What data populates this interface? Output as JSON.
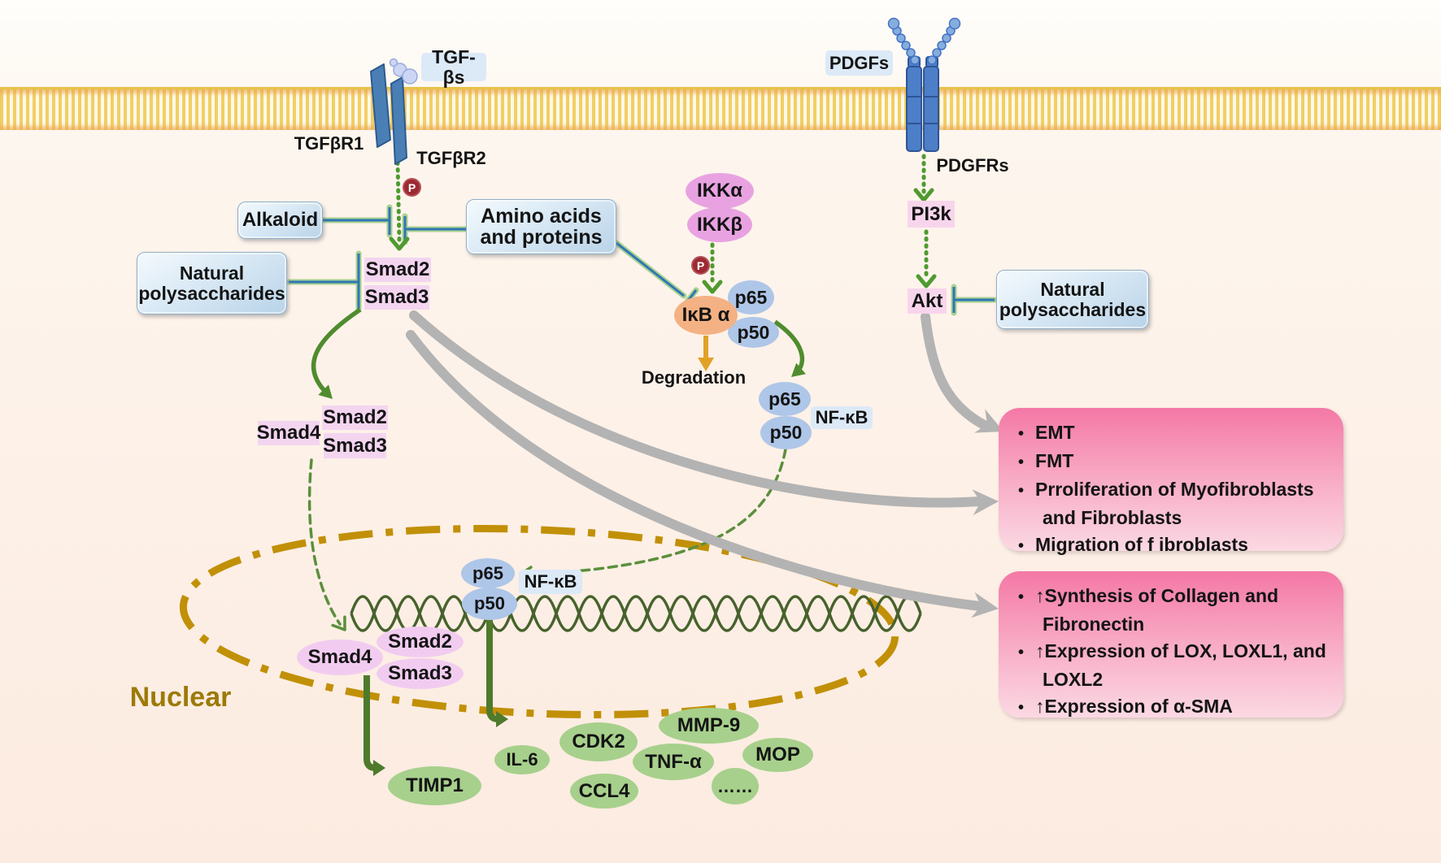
{
  "colors": {
    "membrane_gold": "#e7c246",
    "box_blue_gradient": "#cde1f1",
    "label_blue_bg": "#dce9f7",
    "smad_pink": "#f4d5f0",
    "pi3k_akt_pink": "#f8d5ec",
    "ikk_magenta": "#e9a2e1",
    "ikba_orange": "#f4b183",
    "p65_p50_blue": "#aec6e8",
    "gene_green": "#a7d08c",
    "outcome_pink_top": "#f478a5",
    "outcome_pink_bottom": "#fbd9e3",
    "arrow_green": "#4f8c2e",
    "arrow_gray": "#b3b3b3",
    "arrow_orange": "#e0a226",
    "inhibit_blue": "#2e75b6",
    "inhibit_green": "#a9d18e",
    "nuclear_envelope_gold": "#c19007",
    "dna_green": "#47622c",
    "phospho_red": "#9c2a33"
  },
  "labels": {
    "tgf_ligand": "TGF-βs",
    "tgfbr1": "TGFβR1",
    "tgfbr2": "TGFβR2",
    "pdgf_ligand": "PDGFs",
    "pdgfrs": "PDGFRs",
    "phospho": "P",
    "alkaloid": "Alkaloid",
    "amino_acids": "Amino acids and proteins",
    "natural_poly_left": "Natural polysaccharides",
    "natural_poly_right": "Natural polysaccharides",
    "smad2": "Smad2",
    "smad3": "Smad3",
    "smad4": "Smad4",
    "pi3k": "PI3k",
    "akt": "Akt",
    "ikka": "IKKα",
    "ikkb": "IKKβ",
    "ikba": "IκB α",
    "p65": "p65",
    "p50": "p50",
    "nfkb": "NF-κB",
    "degradation": "Degradation",
    "nuclear": "Nuclear"
  },
  "target_genes": [
    "TIMP1",
    "IL-6",
    "CDK2",
    "CCL4",
    "MMP-9",
    "TNF-α",
    "MOP",
    "……"
  ],
  "outcomes": {
    "box1": [
      "EMT",
      "FMT",
      "Prroliferation of Myofibroblasts and Fibroblasts",
      "Migration of f ibroblasts"
    ],
    "box2": [
      "↑Synthesis of Collagen and Fibronectin",
      "↑Expression of LOX, LOXL1, and LOXL2",
      "↑Expression of α-SMA"
    ]
  }
}
